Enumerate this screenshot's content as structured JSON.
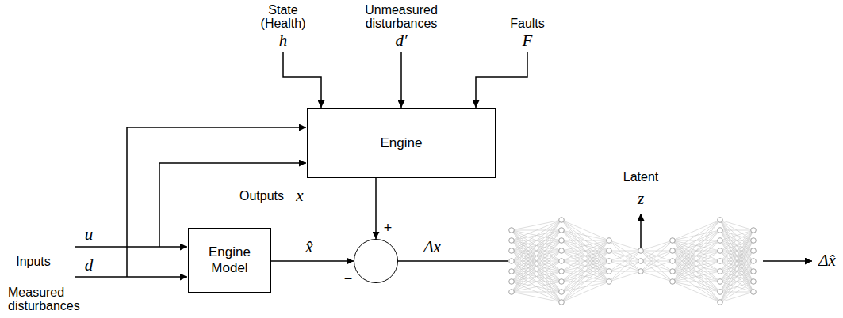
{
  "diagram": {
    "nodes": [
      {
        "text": [
          "Engine"
        ]
      },
      {
        "text": [
          "Engine Model"
        ]
      },
      {
        "text": [
          "+",
          "−"
        ]
      }
    ],
    "edges": [
      {
        "from": 0,
        "to": 2,
        "arrow": "to"
      },
      {
        "from": 1,
        "to": 2,
        "arrow": "to"
      }
    ],
    "labels": [
      "State (Health)",
      "h",
      "Unmeasured disturbances",
      "d′",
      "Faults",
      "F",
      "Inputs",
      "u",
      "Measured disturbances",
      "d",
      "Outputs",
      "x",
      "x̂",
      "Δx",
      "Latent",
      "z",
      "Δx̂"
    ]
  }
}
